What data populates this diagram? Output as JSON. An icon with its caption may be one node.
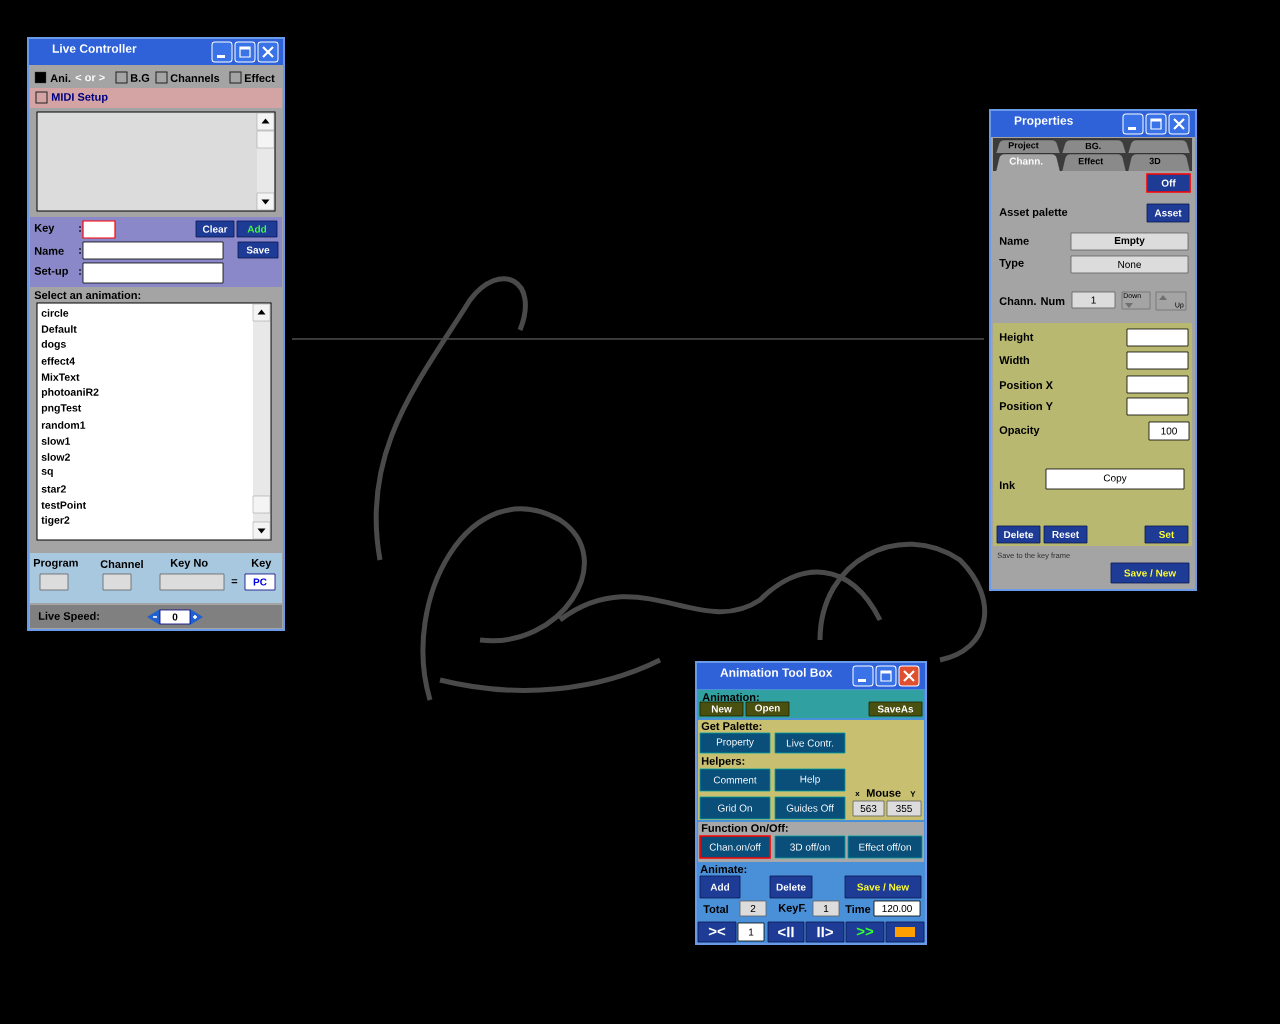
{
  "diagram": {
    "nodes": [
      {
        "text": [
          "Live Controller"
        ]
      },
      {
        "text": [
          "Clear"
        ],
        "in": 0
      },
      {
        "text": [
          "Add"
        ],
        "in": 0
      },
      {
        "text": [
          "Save"
        ],
        "in": 0
      },
      {
        "text": [
          "PC"
        ],
        "in": 0
      },
      {
        "text": [
          "0"
        ],
        "in": 0
      },
      {
        "text": [
          "Properties"
        ]
      },
      {
        "text": [
          "Off"
        ],
        "in": 6
      },
      {
        "text": [
          "Asset"
        ],
        "in": 6
      },
      {
        "text": [
          "Empty"
        ],
        "in": 6
      },
      {
        "text": [
          "None"
        ],
        "in": 6
      },
      {
        "text": [
          "1"
        ],
        "in": 6
      },
      {
        "text": [
          "Down"
        ],
        "in": 6
      },
      {
        "text": [
          "Up"
        ],
        "in": 6
      },
      {
        "text": [
          "100"
        ],
        "in": 6
      },
      {
        "text": [
          "Copy"
        ],
        "in": 6
      },
      {
        "text": [
          "Delete"
        ],
        "in": 6
      },
      {
        "text": [
          "Reset"
        ],
        "in": 6
      },
      {
        "text": [
          "Set"
        ],
        "in": 6
      },
      {
        "text": [
          "Save / New"
        ],
        "in": 6
      },
      {
        "text": [
          "Animation Tool Box"
        ]
      },
      {
        "text": [
          "New"
        ],
        "in": 20
      },
      {
        "text": [
          "Open"
        ],
        "in": 20
      },
      {
        "text": [
          "SaveAs"
        ],
        "in": 20
      },
      {
        "text": [
          "Property"
        ],
        "in": 20
      },
      {
        "text": [
          "Live Contr."
        ],
        "in": 20
      },
      {
        "text": [
          "Comment"
        ],
        "in": 20
      },
      {
        "text": [
          "Help"
        ],
        "in": 20
      },
      {
        "text": [
          "Grid On"
        ],
        "in": 20
      },
      {
        "text": [
          "Guides Off"
        ],
        "in": 20
      },
      {
        "text": [
          "563"
        ],
        "in": 20
      },
      {
        "text": [
          "355"
        ],
        "in": 20
      },
      {
        "text": [
          "Chan.on/off"
        ],
        "in": 20
      },
      {
        "text": [
          "3D off/on"
        ],
        "in": 20
      },
      {
        "text": [
          "Effect off/on"
        ],
        "in": 20
      },
      {
        "text": [
          "Add"
        ],
        "in": 20
      },
      {
        "text": [
          "Delete"
        ],
        "in": 20
      },
      {
        "text": [
          "Save / New"
        ],
        "in": 20
      },
      {
        "text": [
          "2"
        ],
        "in": 20
      },
      {
        "text": [
          "1"
        ],
        "in": 20
      },
      {
        "text": [
          "120.00"
        ],
        "in": 20
      },
      {
        "text": [
          "><"
        ],
        "in": 20
      },
      {
        "text": [
          "1"
        ],
        "in": 20
      },
      {
        "text": [
          "<II"
        ],
        "in": 20
      },
      {
        "text": [
          "II>"
        ],
        "in": 20
      },
      {
        "text": [
          ">>"
        ],
        "in": 20
      },
      {
        "text": [],
        "shape": "box",
        "in": 20
      },
      {
        "text": [],
        "shape": "box",
        "in": 0
      },
      {
        "text": [],
        "shape": "box",
        "in": 0
      },
      {
        "text": [],
        "shape": "box",
        "in": 0
      },
      {
        "text": [],
        "shape": "box",
        "in": 0
      },
      {
        "text": [],
        "shape": "box",
        "in": 0
      },
      {
        "text": [],
        "shape": "box",
        "in": 0
      },
      {
        "text": [],
        "shape": "box",
        "in": 6
      },
      {
        "text": [],
        "shape": "box",
        "in": 6
      },
      {
        "text": [],
        "shape": "box",
        "in": 6
      },
      {
        "text": [],
        "shape": "box",
        "in": 6
      }
    ],
    "labels": [
      "Ani.",
      "< or >",
      "B.G",
      "Channels",
      "Effect",
      "MIDI Setup",
      "Key",
      ":",
      "Name",
      ":",
      "Set-up",
      ":",
      "Select an animation:",
      "circle",
      "Default",
      "dogs",
      "effect4",
      "MixText",
      "photoaniR2",
      "pngTest",
      "random1",
      "slow1",
      "slow2",
      "sq",
      "star2",
      "testPoint",
      "tiger2",
      "Program",
      "Channel",
      "Key No",
      "Key",
      "=",
      "Live Speed:",
      "Project",
      "BG.",
      "Chann.",
      "Effect",
      "3D",
      "Asset palette",
      "Name",
      "Type",
      "Chann. Num",
      "Height",
      "Width",
      "Position X",
      "Position Y",
      "Opacity",
      "Ink",
      "Save to the key frame",
      "Animation:",
      "Get Palette:",
      "Helpers:",
      "x",
      "Mouse",
      "Y",
      "Function On/Off:",
      "Animate:",
      "Total",
      "KeyF.",
      "Time"
    ]
  }
}
